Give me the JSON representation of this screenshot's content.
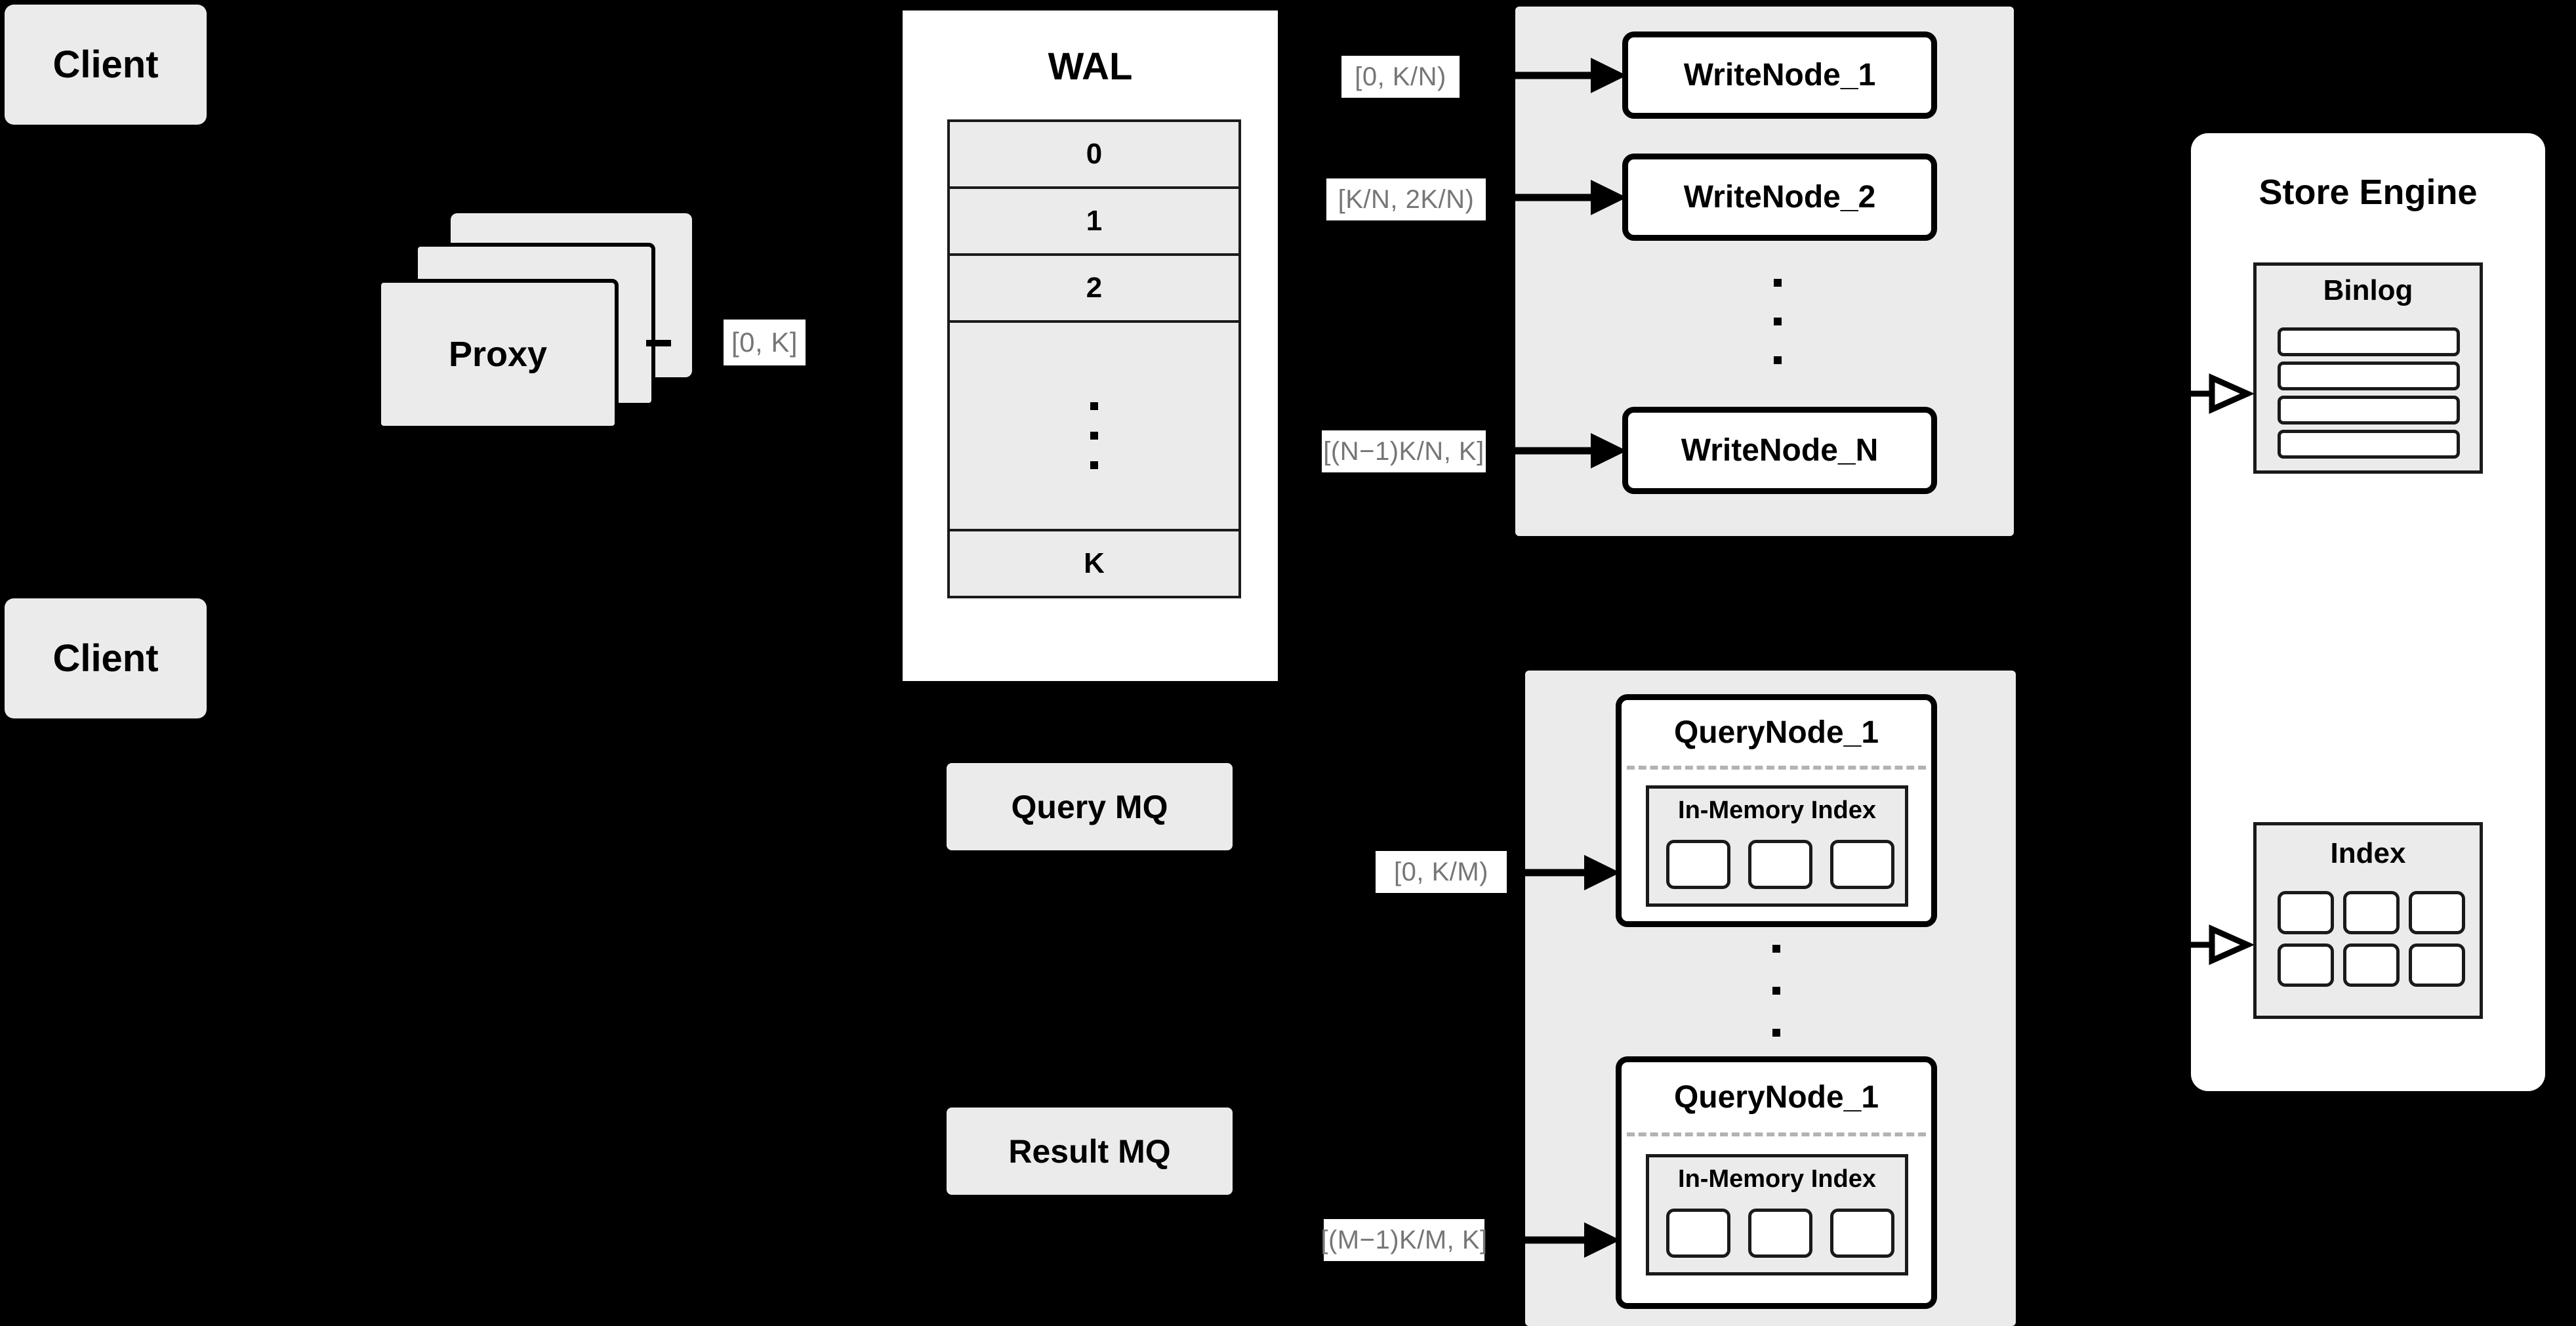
{
  "diagram": {
    "title": "Distributed vector database write/query architecture",
    "background_color": "#000000",
    "card_fill": "#ebebeb",
    "node_fill": "#ffffff",
    "label_text_color": "#767676"
  },
  "clients": [
    {
      "label": "Client"
    },
    {
      "label": "Client"
    }
  ],
  "proxy": {
    "label": "Proxy",
    "stack_count": 3
  },
  "wal": {
    "title": "WAL",
    "rows": [
      "0",
      "1",
      "2",
      "",
      "K"
    ],
    "ellipsis_row_index": 3,
    "ellipsis_dots": 3
  },
  "write_group": {
    "nodes": [
      {
        "label": "WriteNode_1"
      },
      {
        "label": "WriteNode_2"
      },
      {
        "label": "WriteNode_N"
      }
    ],
    "ellipsis_dots": 3
  },
  "query_group": {
    "nodes": [
      {
        "label": "QueryNode_1",
        "index_title": "In-Memory Index",
        "index_slots": 3
      },
      {
        "label": "QueryNode_1",
        "index_title": "In-Memory Index",
        "index_slots": 3
      }
    ],
    "ellipsis_dots": 3
  },
  "queues": [
    {
      "label": "Query MQ"
    },
    {
      "label": "Result MQ"
    }
  ],
  "store_engine": {
    "title": "Store Engine",
    "binlog": {
      "title": "Binlog",
      "rows": 4
    },
    "index": {
      "title": "Index",
      "cells": 6,
      "columns": 3
    }
  },
  "edge_labels": {
    "proxy_to_wal": "[0, K]",
    "write_1": "[0,  K/N)",
    "write_2": "[K/N, 2K/N)",
    "write_n": "[(N−1)K/N,  K]",
    "query_1": "[0, K/M)",
    "query_m": "[(M−1)K/M, K]"
  }
}
